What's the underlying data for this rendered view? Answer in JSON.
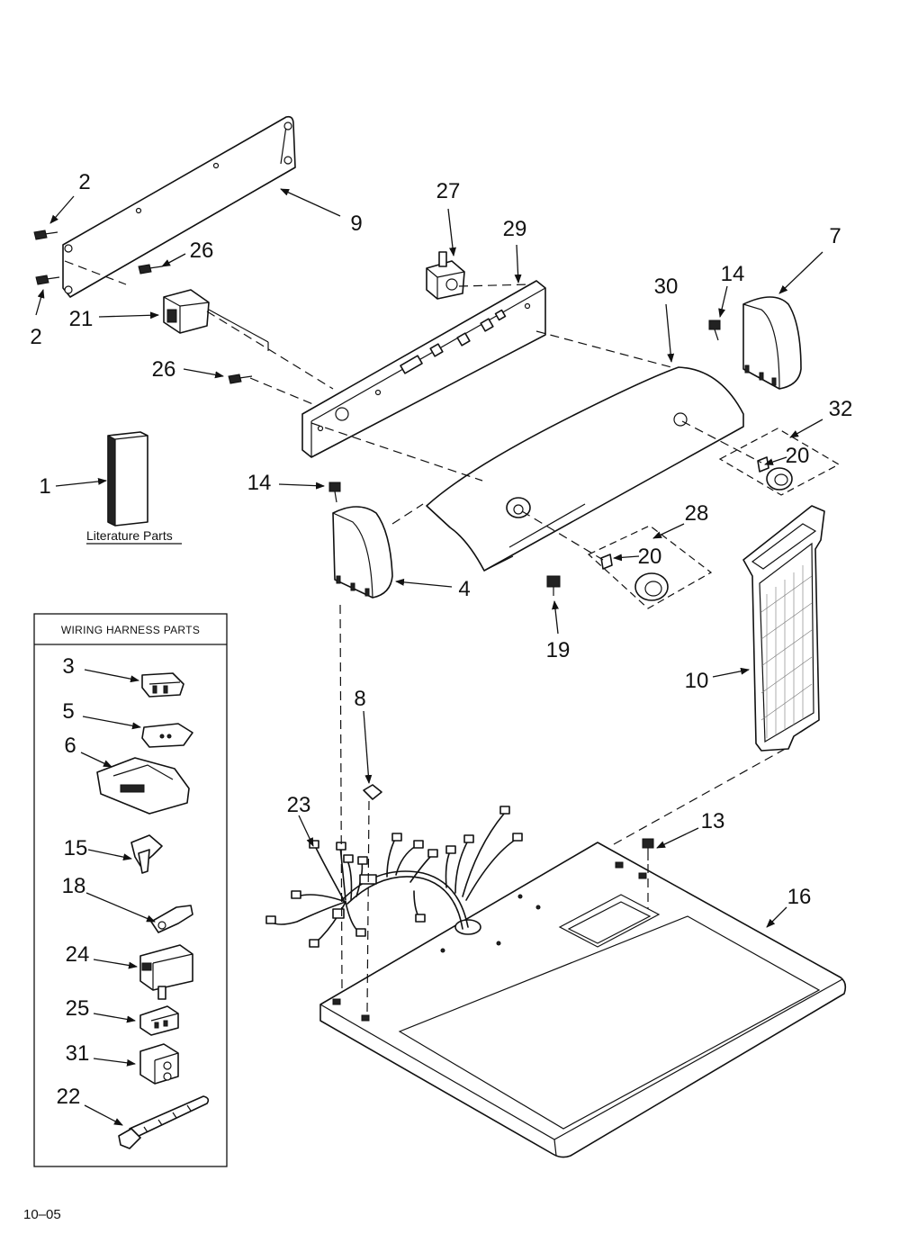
{
  "callouts": {
    "c1": "1",
    "c2a": "2",
    "c2b": "2",
    "c3": "3",
    "c4": "4",
    "c5": "5",
    "c6": "6",
    "c7": "7",
    "c8": "8",
    "c9": "9",
    "c10": "10",
    "c13": "13",
    "c14a": "14",
    "c14b": "14",
    "c15": "15",
    "c16": "16",
    "c18": "18",
    "c19": "19",
    "c20a": "20",
    "c20b": "20",
    "c21": "21",
    "c22": "22",
    "c23": "23",
    "c24": "24",
    "c25": "25",
    "c26a": "26",
    "c26b": "26",
    "c27": "27",
    "c28": "28",
    "c29": "29",
    "c30": "30",
    "c31": "31",
    "c32": "32"
  },
  "literature_label": "Literature Parts",
  "legend_title": "WIRING HARNESS PARTS",
  "footer_date": "10–05",
  "colors": {
    "ink": "#111111",
    "paper": "#ffffff"
  }
}
